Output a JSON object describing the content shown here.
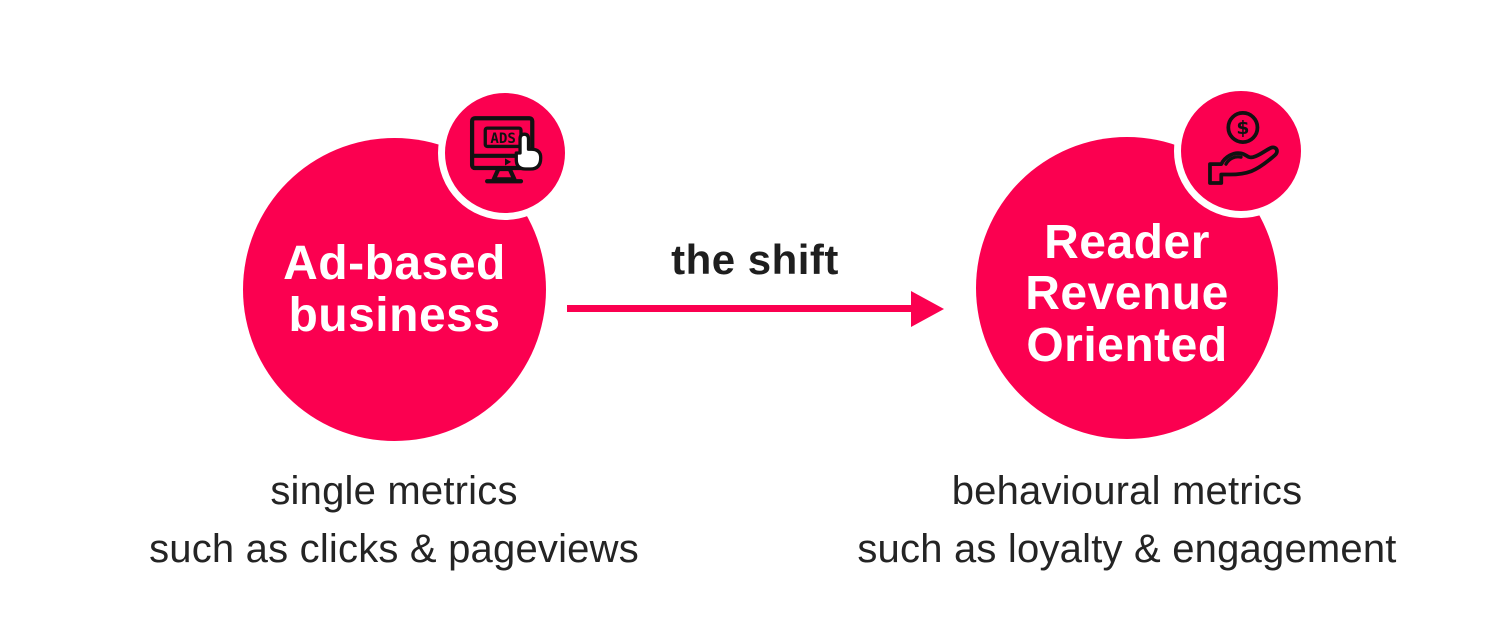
{
  "colors": {
    "accent": "#FB0050",
    "text_dark": "#1E1E1E",
    "circle_text": "#FFFFFF",
    "background": "#FFFFFF",
    "icon_stroke": "#111111"
  },
  "left": {
    "title_lines": [
      "Ad-based",
      "business"
    ],
    "icon_text": "ADS",
    "caption_lines": [
      "single metrics",
      "such as clicks & pageviews"
    ]
  },
  "center": {
    "label": "the shift"
  },
  "right": {
    "title_lines": [
      "Reader",
      "Revenue",
      "Oriented"
    ],
    "coin_symbol": "$",
    "caption_lines": [
      "behavioural metrics",
      "such as loyalty & engagement"
    ]
  }
}
